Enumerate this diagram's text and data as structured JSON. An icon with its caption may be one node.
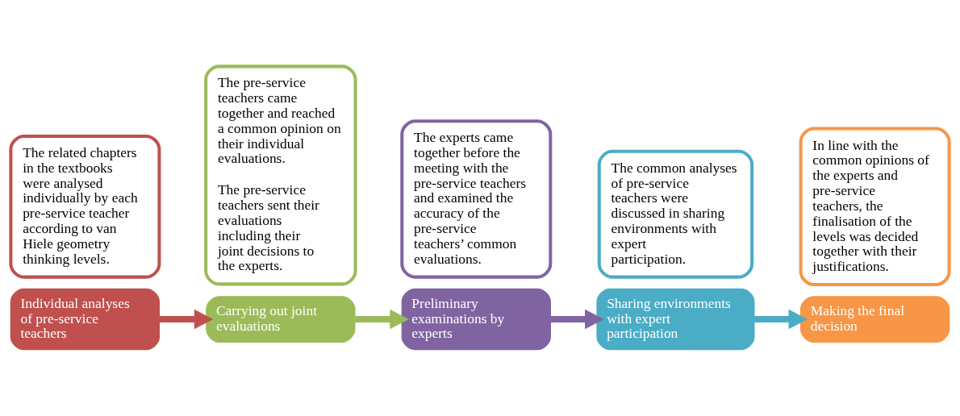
{
  "diagram": {
    "nodes": [
      {
        "text": [
          "Individual analyses of pre-service teachers"
        ]
      },
      {
        "text": [
          "The related chapters in the textbooks were analysed individually by each pre-service teacher according to van Hiele geometry thinking levels."
        ]
      },
      {
        "text": [
          "Carrying out joint evaluations"
        ]
      },
      {
        "text": [
          "The pre-service teachers came together and reached a common opinion on their individual evaluations.",
          "The pre-service teachers sent their evaluations including their joint decisions to the experts."
        ]
      },
      {
        "text": [
          "Preliminary examinations by experts"
        ]
      },
      {
        "text": [
          "The experts came together before the meeting with the pre-service teachers and examined the accuracy of the pre-service teachers’ common evaluations."
        ]
      },
      {
        "text": [
          "Sharing environments with expert participation"
        ]
      },
      {
        "text": [
          "The common analyses of pre-service teachers were discussed in sharing environments with expert participation."
        ]
      },
      {
        "text": [
          "Making the final decision"
        ]
      },
      {
        "text": [
          "In line with the common opinions of the experts and pre-service teachers, the finalisation of the levels was decided together with their justifications."
        ]
      }
    ],
    "edges": [
      {
        "from": 0,
        "to": 2,
        "arrow": "to",
        "color": "#c0504d"
      },
      {
        "from": 2,
        "to": 4,
        "arrow": "to",
        "color": "#9bbb59"
      },
      {
        "from": 4,
        "to": 6,
        "arrow": "to",
        "color": "#8064a2"
      },
      {
        "from": 6,
        "to": 8,
        "arrow": "to",
        "color": "#4bacc6"
      }
    ]
  }
}
